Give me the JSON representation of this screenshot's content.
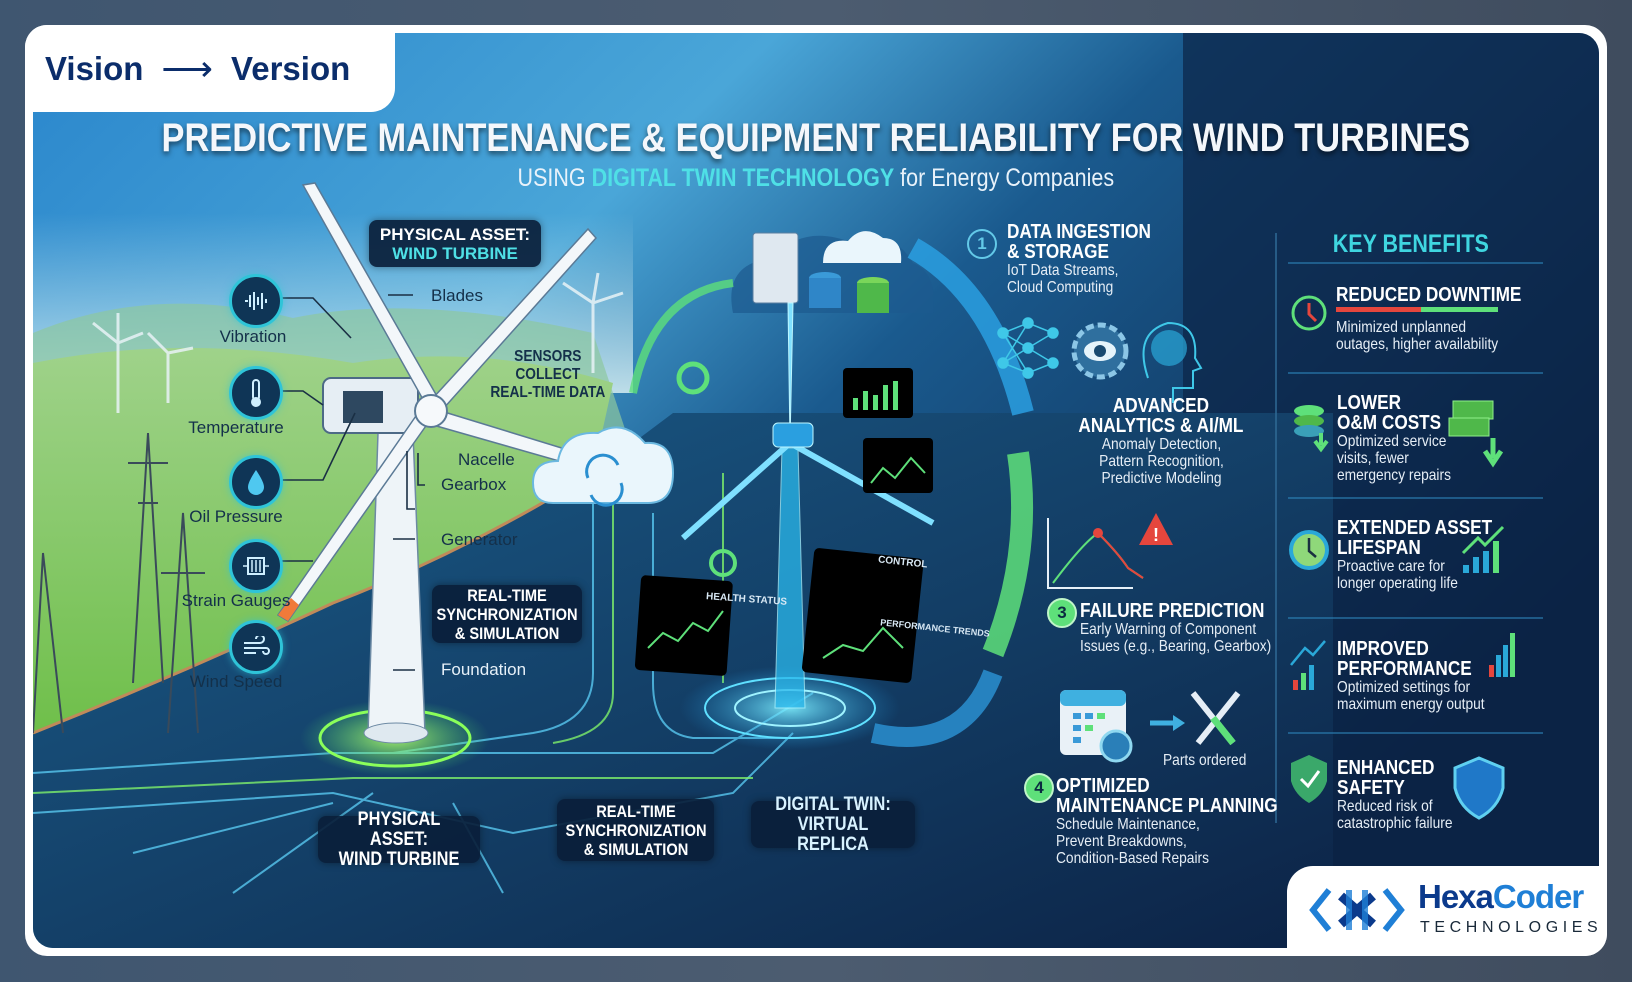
{
  "header": {
    "tag_left": "Vision",
    "tag_arrow": "⟶",
    "tag_right": "Version",
    "title": "PREDICTIVE MAINTENANCE & EQUIPMENT RELIABILITY FOR WIND TURBINES",
    "subtitle_prefix": "USING ",
    "subtitle_highlight": "DIGITAL TWIN TECHNOLOGY",
    "subtitle_suffix": " for Energy Companies"
  },
  "physical": {
    "asset_label_line1": "PHYSICAL ASSET:",
    "asset_label_line2": "WIND TURBINE",
    "sensors": [
      {
        "label": "Vibration",
        "icon": "vibration-icon"
      },
      {
        "label": "Temperature",
        "icon": "thermometer-icon"
      },
      {
        "label": "Oil Pressure",
        "icon": "oil-drop-icon"
      },
      {
        "label": "Strain Gauges",
        "icon": "strain-gauge-icon"
      },
      {
        "label": "Wind Speed",
        "icon": "wind-icon"
      }
    ],
    "parts": [
      "Blades",
      "Nacelle",
      "Gearbox",
      "Generator",
      "Foundation"
    ],
    "sensors_caption": "SENSORS\nCOLLECT\nREAL-TIME DATA",
    "sync_label": "REAL-TIME\nSYNCHRONIZATION\n& SIMULATION",
    "bottom_asset_label": "PHYSICAL ASSET:\nWIND TURBINE",
    "bottom_sync_label": "REAL-TIME\nSYNCHRONIZATION\n& SIMULATION",
    "twin_label": "DIGITAL TWIN:\nVIRTUAL REPLICA"
  },
  "twin_panels": {
    "health": "HEALTH STATUS",
    "control": "CONTROL",
    "performance": "PERFORMANCE TRENDS"
  },
  "steps": [
    {
      "number": "1",
      "title": "DATA INGESTION\n& STORAGE",
      "desc": "IoT Data Streams,\nCloud Computing"
    },
    {
      "number": "",
      "title": "ADVANCED\nANALYTICS & AI/ML",
      "desc": "Anomaly Detection,\nPattern Recognition,\nPredictive Modeling"
    },
    {
      "number": "3",
      "title": "FAILURE PREDICTION",
      "desc": "Early Warning of Component\nIssues (e.g., Bearing, Gearbox)"
    },
    {
      "number": "4",
      "title": "OPTIMIZED\nMAINTENANCE PLANNING",
      "desc": "Schedule Maintenance,\nPrevent Breakdowns,\nCondition-Based Repairs"
    }
  ],
  "parts_ordered": "Parts ordered",
  "benefits": {
    "heading": "KEY BENEFITS",
    "items": [
      {
        "title": "REDUCED DOWNTIME",
        "desc": "Minimized unplanned\noutages, higher availability",
        "icon": "clock-icon"
      },
      {
        "title": "LOWER\nO&M COSTS",
        "desc": "Optimized service\nvisits, fewer\nemergency repairs",
        "icon": "coins-down-icon"
      },
      {
        "title": "EXTENDED ASSET\nLIFESPAN",
        "desc": "Proactive care for\nlonger operating life",
        "icon": "clock-icon"
      },
      {
        "title": "IMPROVED\nPERFORMANCE",
        "desc": "Optimized settings for\nmaximum energy output",
        "icon": "chart-up-icon"
      },
      {
        "title": "ENHANCED\nSAFETY",
        "desc": "Reduced risk of\ncatastrophic failure",
        "icon": "shield-check-icon"
      }
    ]
  },
  "logo": {
    "name_part1": "Hexa",
    "name_part2": "Coder",
    "sub": "TECHNOLOGIES"
  },
  "colors": {
    "navy": "#0b2d6b",
    "dark_bg": "#0c2346",
    "cyan": "#4fe0e6",
    "green": "#5ee07a",
    "logo_dark": "#0b3a8c",
    "logo_light": "#1f7fd6",
    "red": "#e5463d"
  }
}
